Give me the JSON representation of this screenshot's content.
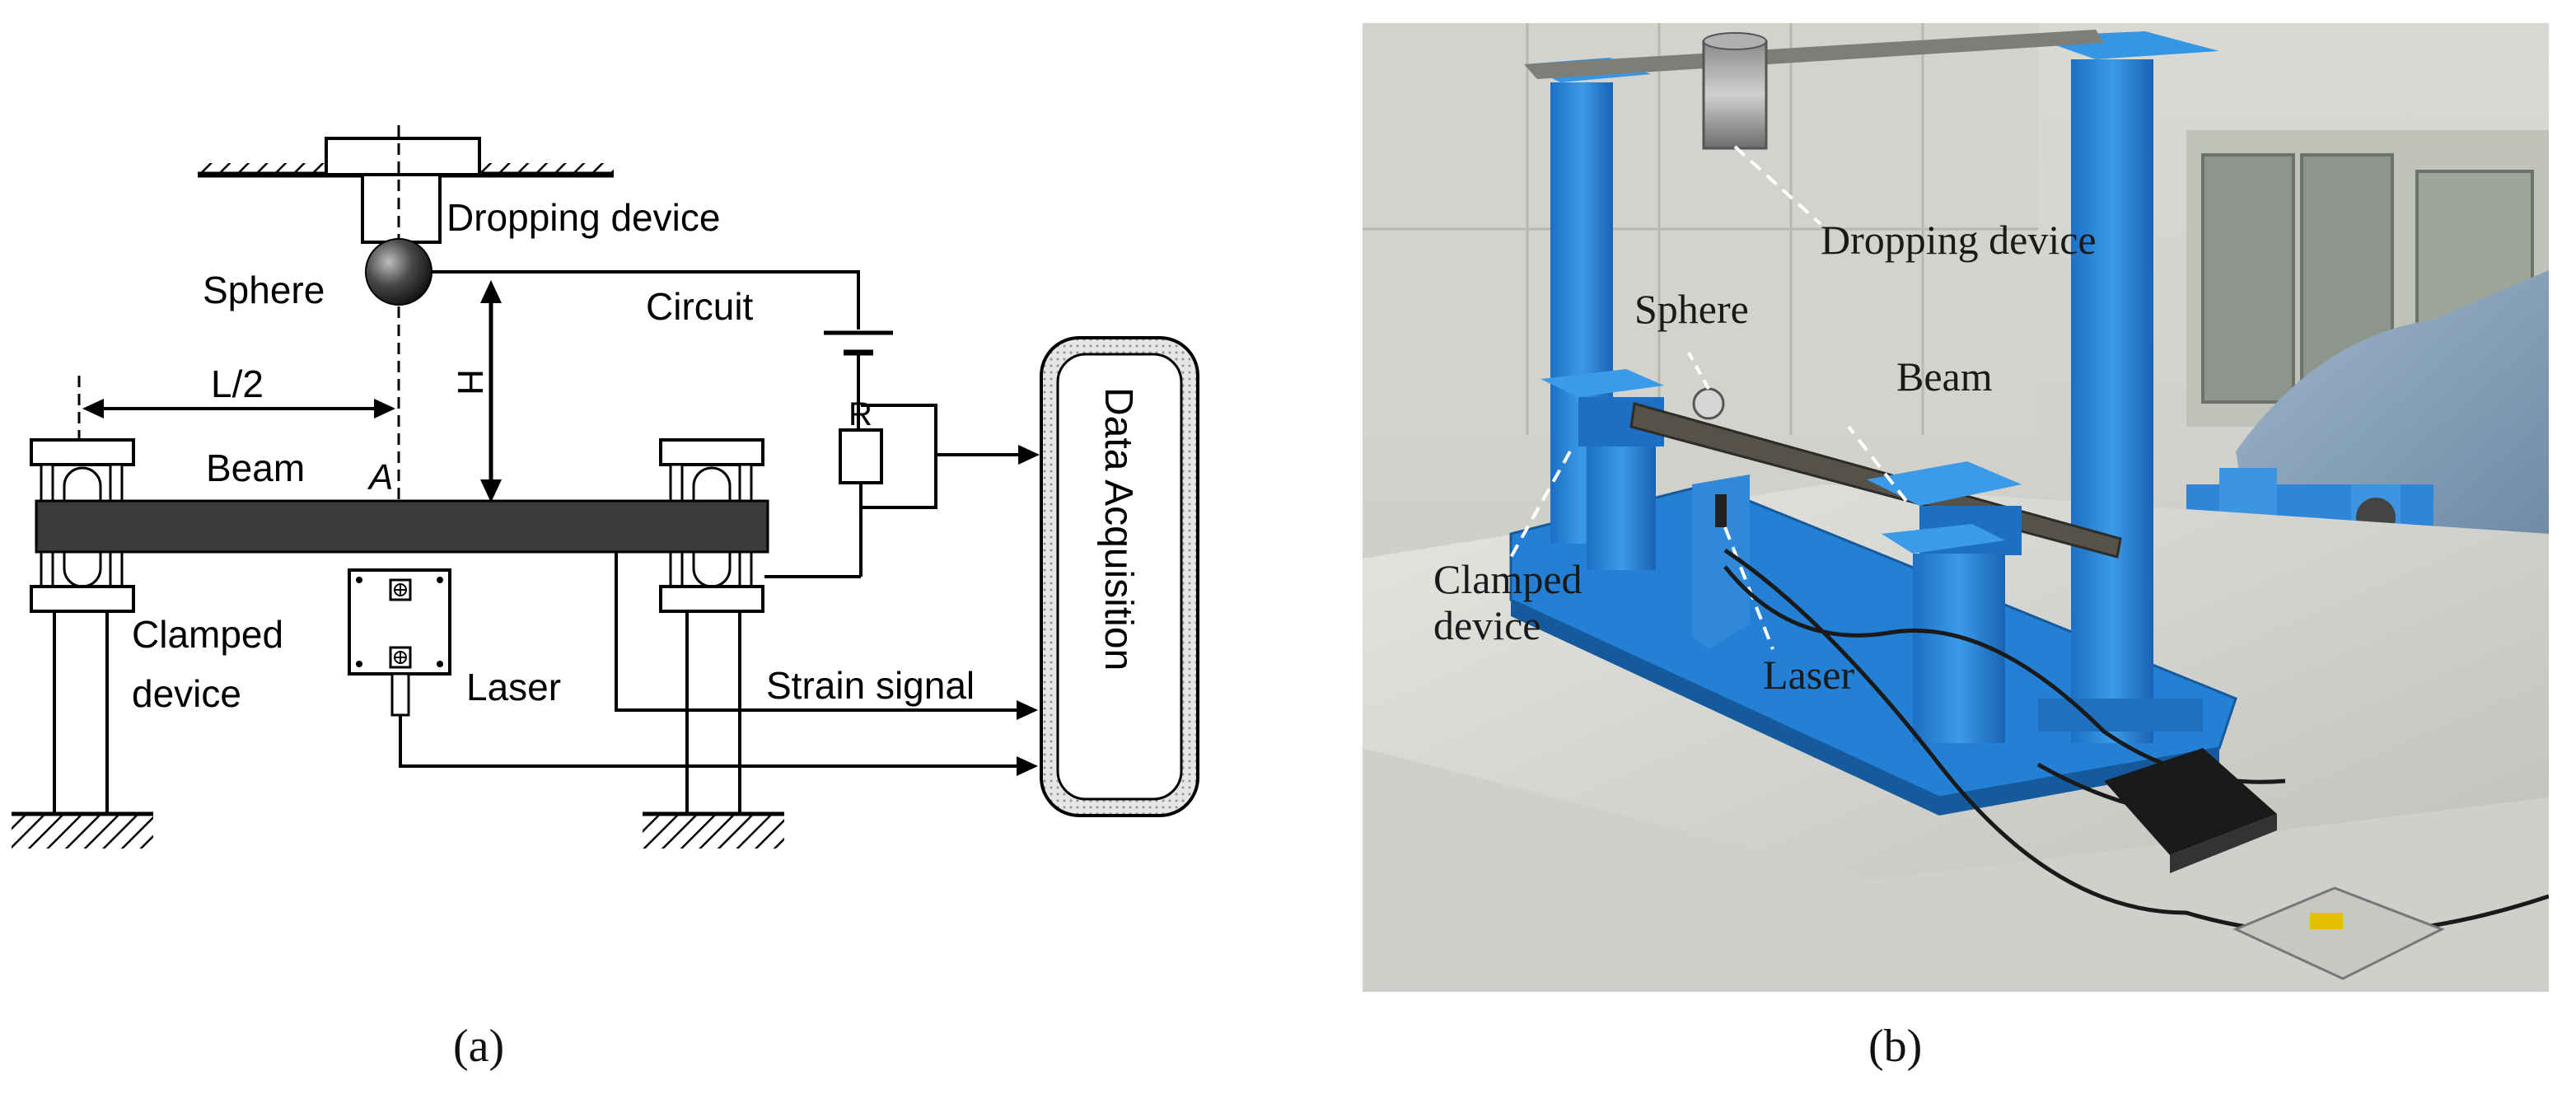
{
  "panel_a": {
    "caption": "(a)",
    "labels": {
      "dropping_device": "Dropping device",
      "sphere": "Sphere",
      "circuit": "Circuit",
      "half_length": "L/2",
      "height": "H",
      "resistor": "R",
      "beam": "Beam",
      "point_a": "A",
      "clamped_line1": "Clamped",
      "clamped_line2": "device",
      "laser": "Laser",
      "strain_signal": "Strain signal",
      "data_acquisition": "Data Acquisition"
    }
  },
  "panel_b": {
    "caption": "(b)",
    "labels": {
      "dropping_device": "Dropping device",
      "sphere": "Sphere",
      "beam": "Beam",
      "clamped_line1": "Clamped",
      "clamped_line2": "device",
      "laser": "Laser"
    }
  }
}
